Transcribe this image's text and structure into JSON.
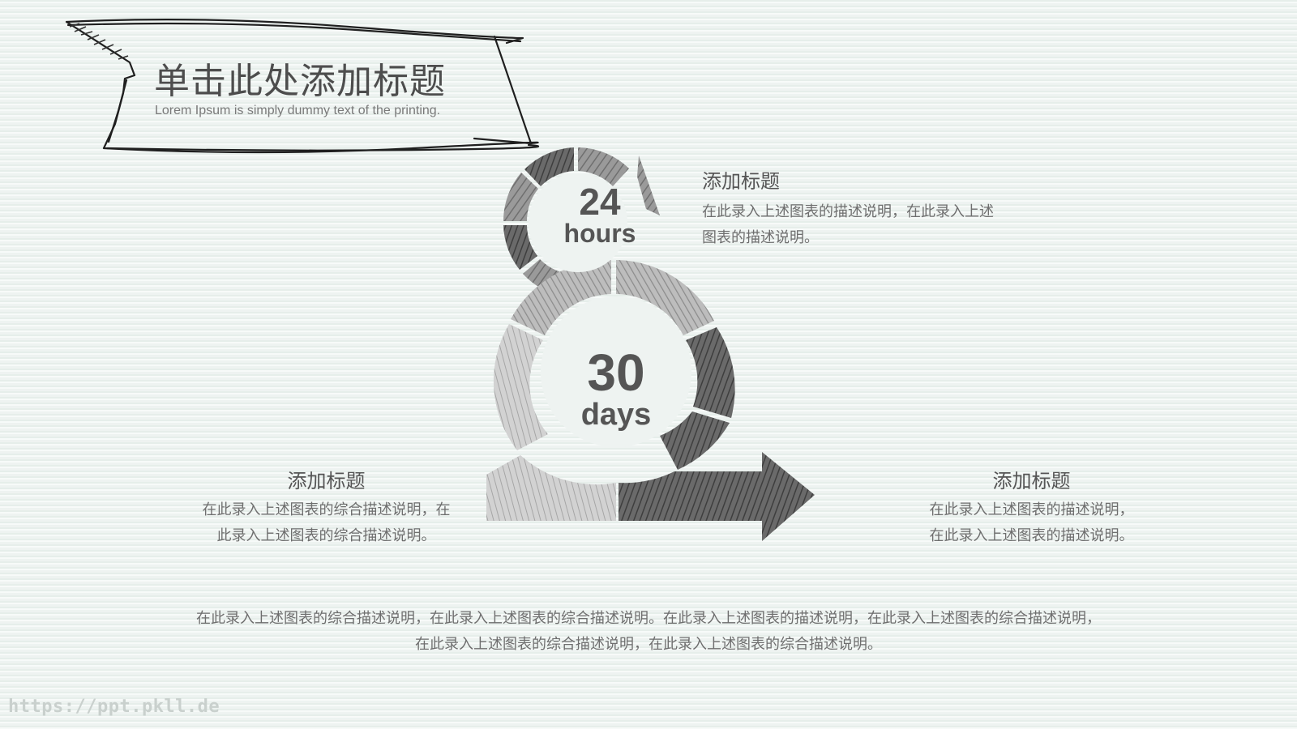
{
  "banner": {
    "title": "单击此处添加标题",
    "subtitle": "Lorem Ipsum is simply dummy text of the printing."
  },
  "cycle_small": {
    "number": "24",
    "unit": "hours"
  },
  "cycle_large": {
    "number": "30",
    "unit": "days"
  },
  "block_top_right": {
    "title": "添加标题",
    "desc_line1": "在此录入上述图表的描述说明，在此录入上述",
    "desc_line2": "图表的描述说明。"
  },
  "block_left": {
    "title": "添加标题",
    "desc_line1": "在此录入上述图表的综合描述说明，在",
    "desc_line2": "此录入上述图表的综合描述说明。"
  },
  "block_right": {
    "title": "添加标题",
    "desc_line1": "在此录入上述图表的描述说明，",
    "desc_line2": "在此录入上述图表的描述说明。"
  },
  "footer": {
    "line1": "在此录入上述图表的综合描述说明，在此录入上述图表的综合描述说明。在此录入上述图表的描述说明，在此录入上述图表的综合描述说明，",
    "line2": "在此录入上述图表的综合描述说明，在此录入上述图表的综合描述说明。"
  },
  "watermark": "https://ppt.pkll.de",
  "colors": {
    "text_dark": "#4d4d4d",
    "text_body": "#6e6e6e",
    "background": "#eef3f1"
  }
}
